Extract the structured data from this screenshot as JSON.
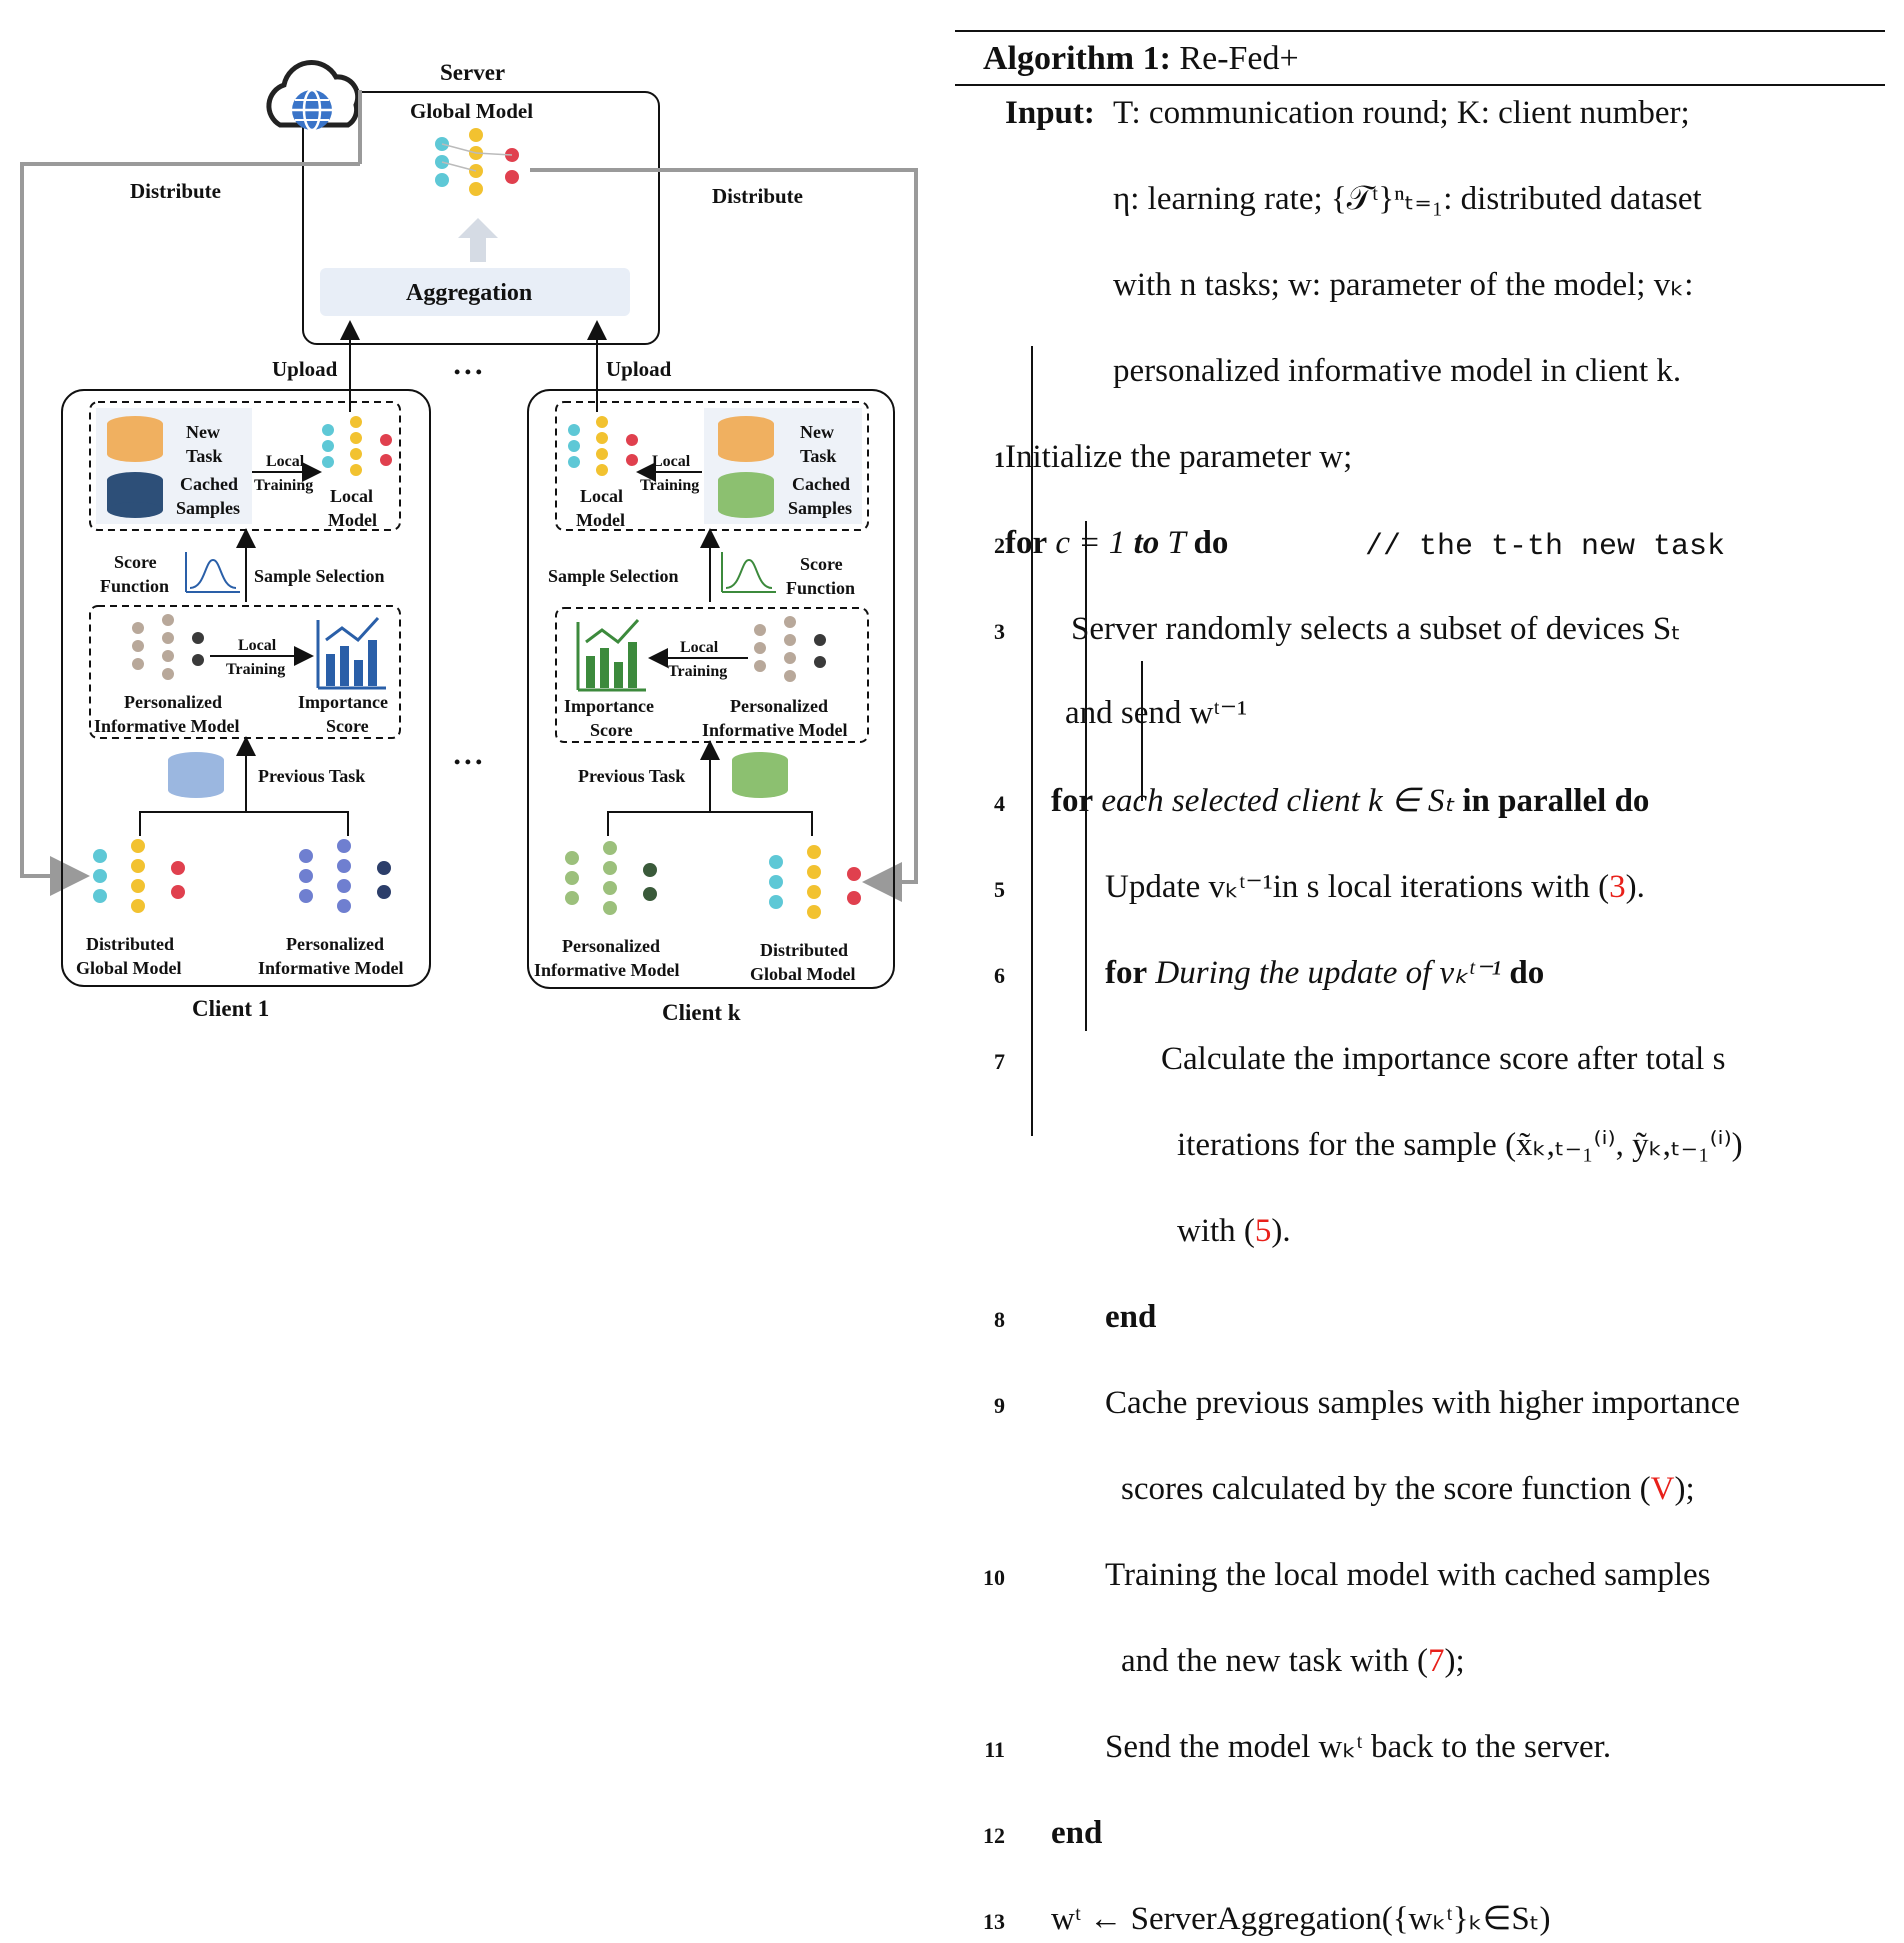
{
  "diagram": {
    "server_label": "Server",
    "global_model_label": "Global Model",
    "aggregation_label": "Aggregation",
    "distribute_left": "Distribute",
    "distribute_right": "Distribute",
    "upload_left": "Upload",
    "upload_right": "Upload",
    "ellipsis": "• • •",
    "client1": {
      "title": "Client 1",
      "new_task": [
        "New",
        "Task"
      ],
      "cached_samples": [
        "Cached",
        "Samples"
      ],
      "local_training": [
        "Local",
        "Training"
      ],
      "local_model": [
        "Local",
        "Model"
      ],
      "score_function": [
        "Score",
        "Function"
      ],
      "sample_selection": "Sample Selection",
      "personalized_model": [
        "Personalized",
        "Informative Model"
      ],
      "importance_score": [
        "Importance",
        "Score"
      ],
      "previous_task": "Previous Task",
      "distributed_global": [
        "Distributed",
        "Global Model"
      ],
      "personalized_bottom": [
        "Personalized",
        "Informative Model"
      ]
    },
    "clientk": {
      "title": "Client k",
      "new_task": [
        "New",
        "Task"
      ],
      "cached_samples": [
        "Cached",
        "Samples"
      ],
      "local_training": [
        "Local",
        "Training"
      ],
      "local_model": [
        "Local",
        "Model"
      ],
      "score_function": [
        "Score",
        "Function"
      ],
      "sample_selection": "Sample Selection",
      "personalized_model": [
        "Personalized",
        "Informative Model"
      ],
      "importance_score": [
        "Importance",
        "Score"
      ],
      "previous_task": "Previous Task",
      "personalized_bottom": [
        "Personalized",
        "Informative Model"
      ],
      "distributed_global": [
        "Distributed",
        "Global Model"
      ]
    },
    "colors": {
      "cyan": "#5ec8d6",
      "yellow": "#f2c230",
      "red": "#e0404e",
      "navy": "#2c3e6a",
      "periwinkle": "#6f7fd0",
      "sage": "#9cc07c",
      "dark_green": "#3a5a3a",
      "taupe": "#b8a89a",
      "dark_gray": "#3a3a3a",
      "panel_blue": "#e8eef7",
      "db_orange": "#f0b060",
      "db_navy": "#2d4f78",
      "db_green": "#8cc070",
      "db_light_blue": "#9bb7e0",
      "bar_blue": "#2a5fa8",
      "bar_green": "#3c8a3c",
      "arrow_gray": "#9a9a9a"
    }
  },
  "algorithm": {
    "title_bold": "Algorithm 1:",
    "title_name": "Re-Fed+",
    "input_label": "Input:",
    "input_lines": [
      "T: communication round;   K: client number;",
      "η: learning rate;   {𝒯ᵗ}ⁿₜ₌₁: distributed dataset",
      "with n tasks;   w: parameter of the model;   vₖ:",
      "personalized informative model in client k."
    ],
    "lines": [
      {
        "no": "1",
        "text": "Initialize the parameter w;"
      },
      {
        "no": "2",
        "kw1": "for",
        "mid": " c = 1 ",
        "kw2": "to",
        "end": " T ",
        "kw3": "do",
        "comment": "// the t-th new task"
      },
      {
        "no": "3",
        "text": "Server randomly selects a subset of devices Sₜ",
        "cont": "and send wᵗ⁻¹"
      },
      {
        "no": "4",
        "kw1": "for",
        "it": " each selected client k ∈ Sₜ ",
        "kw2": "in parallel do"
      },
      {
        "no": "5",
        "pre": "Update vₖᵗ⁻¹in s local iterations with (",
        "ref": "3",
        "post": ")."
      },
      {
        "no": "6",
        "kw1": "for",
        "it": " During the update of vₖᵗ⁻¹ ",
        "kw2": "do"
      },
      {
        "no": "7",
        "text": "Calculate the importance score after total s",
        "cont": "iterations for the sample (x̃ₖ,ₜ₋₁⁽ⁱ⁾, ỹₖ,ₜ₋₁⁽ⁱ⁾)",
        "cont2_pre": "with (",
        "ref": "5",
        "cont2_post": ")."
      },
      {
        "no": "8",
        "kw1": "end"
      },
      {
        "no": "9",
        "text": "Cache previous samples with higher importance",
        "cont_pre": "scores calculated by the score function (",
        "ref": "V",
        "cont_post": ");"
      },
      {
        "no": "10",
        "text": "Training the local model with cached samples",
        "cont_pre": "and the new task with (",
        "ref": "7",
        "cont_post": ");"
      },
      {
        "no": "11",
        "text": "Send the model wₖᵗ back to the server."
      },
      {
        "no": "12",
        "kw1": "end"
      },
      {
        "no": "13",
        "text": "wᵗ ← ServerAggregation({wₖᵗ}ₖ∈Sₜ)"
      }
    ]
  }
}
